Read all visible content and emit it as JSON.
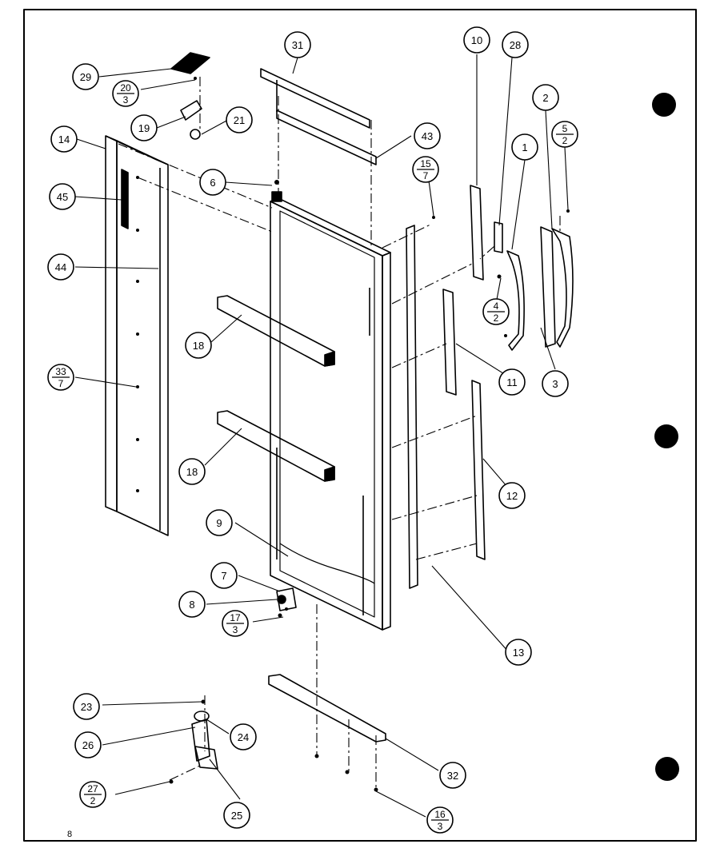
{
  "figure": {
    "page_number": "8",
    "callouts": [
      {
        "id": "c29",
        "label": "29"
      },
      {
        "id": "c20",
        "label": "20",
        "qty": "3"
      },
      {
        "id": "c19",
        "label": "19"
      },
      {
        "id": "c21",
        "label": "21"
      },
      {
        "id": "c14",
        "label": "14"
      },
      {
        "id": "c45",
        "label": "45"
      },
      {
        "id": "c44",
        "label": "44"
      },
      {
        "id": "c33",
        "label": "33",
        "qty": "7"
      },
      {
        "id": "c31",
        "label": "31"
      },
      {
        "id": "c43",
        "label": "43"
      },
      {
        "id": "c6",
        "label": "6"
      },
      {
        "id": "c15",
        "label": "15",
        "qty": "7"
      },
      {
        "id": "c10",
        "label": "10"
      },
      {
        "id": "c28",
        "label": "28"
      },
      {
        "id": "c2",
        "label": "2"
      },
      {
        "id": "c5",
        "label": "5",
        "qty": "2"
      },
      {
        "id": "c1",
        "label": "1"
      },
      {
        "id": "c4",
        "label": "4",
        "qty": "2"
      },
      {
        "id": "c3",
        "label": "3"
      },
      {
        "id": "c11",
        "label": "11"
      },
      {
        "id": "c18a",
        "label": "18"
      },
      {
        "id": "c18b",
        "label": "18"
      },
      {
        "id": "c12",
        "label": "12"
      },
      {
        "id": "c9",
        "label": "9"
      },
      {
        "id": "c7",
        "label": "7"
      },
      {
        "id": "c8",
        "label": "8"
      },
      {
        "id": "c17",
        "label": "17",
        "qty": "3"
      },
      {
        "id": "c13",
        "label": "13"
      },
      {
        "id": "c23",
        "label": "23"
      },
      {
        "id": "c24",
        "label": "24"
      },
      {
        "id": "c26",
        "label": "26"
      },
      {
        "id": "c27",
        "label": "27",
        "qty": "2"
      },
      {
        "id": "c25",
        "label": "25"
      },
      {
        "id": "c32",
        "label": "32"
      },
      {
        "id": "c16",
        "label": "16",
        "qty": "3"
      }
    ]
  }
}
